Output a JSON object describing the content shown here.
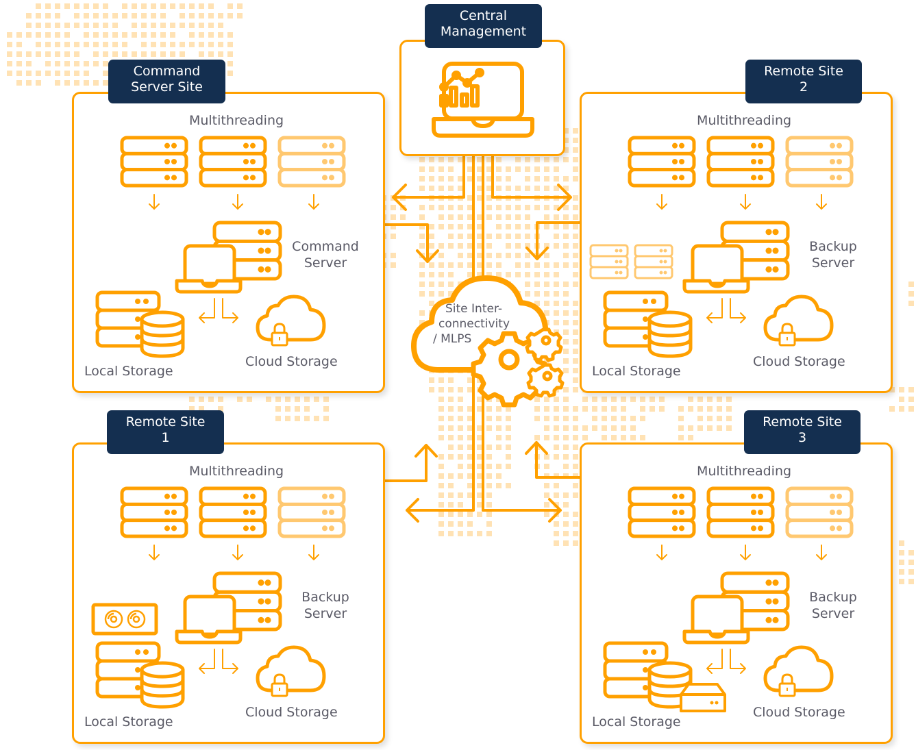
{
  "colors": {
    "accent": "#FFA000",
    "accent_light": "#FFC870",
    "dot": "#FFE2B4",
    "tag_bg": "#142F50",
    "tag_text": "#FFFFFF",
    "label_text": "#5A5A66"
  },
  "central": {
    "title_line1": "Central",
    "title_line2": "Management",
    "icon": "laptop-analytics-icon"
  },
  "hub": {
    "line1": "Site Inter-",
    "line2": "connectivity",
    "line3": "/ MLPS",
    "icon": "cloud-gears-icon"
  },
  "sites": [
    {
      "id": "command-server-site",
      "title_line1": "Command",
      "title_line2": "Server Site",
      "multithreading": "Multithreading",
      "server_line1": "Command",
      "server_line2": "Server",
      "local_storage": "Local Storage",
      "cloud_storage": "Cloud Storage",
      "extra_local_icon": ""
    },
    {
      "id": "remote-site-2",
      "title_line1": "Remote Site",
      "title_line2": "2",
      "multithreading": "Multithreading",
      "server_line1": "Backup",
      "server_line2": "Server",
      "local_storage": "Local Storage",
      "cloud_storage": "Cloud Storage",
      "extra_local_icon": "mini-server-racks-icon"
    },
    {
      "id": "remote-site-1",
      "title_line1": "Remote Site",
      "title_line2": "1",
      "multithreading": "Multithreading",
      "server_line1": "Backup",
      "server_line2": "Server",
      "local_storage": "Local Storage",
      "cloud_storage": "Cloud Storage",
      "extra_local_icon": "disc-drive-icon"
    },
    {
      "id": "remote-site-3",
      "title_line1": "Remote Site",
      "title_line2": "3",
      "multithreading": "Multithreading",
      "server_line1": "Backup",
      "server_line2": "Server",
      "local_storage": "Local Storage",
      "cloud_storage": "Cloud Storage",
      "extra_local_icon": "external-drive-icon"
    }
  ]
}
